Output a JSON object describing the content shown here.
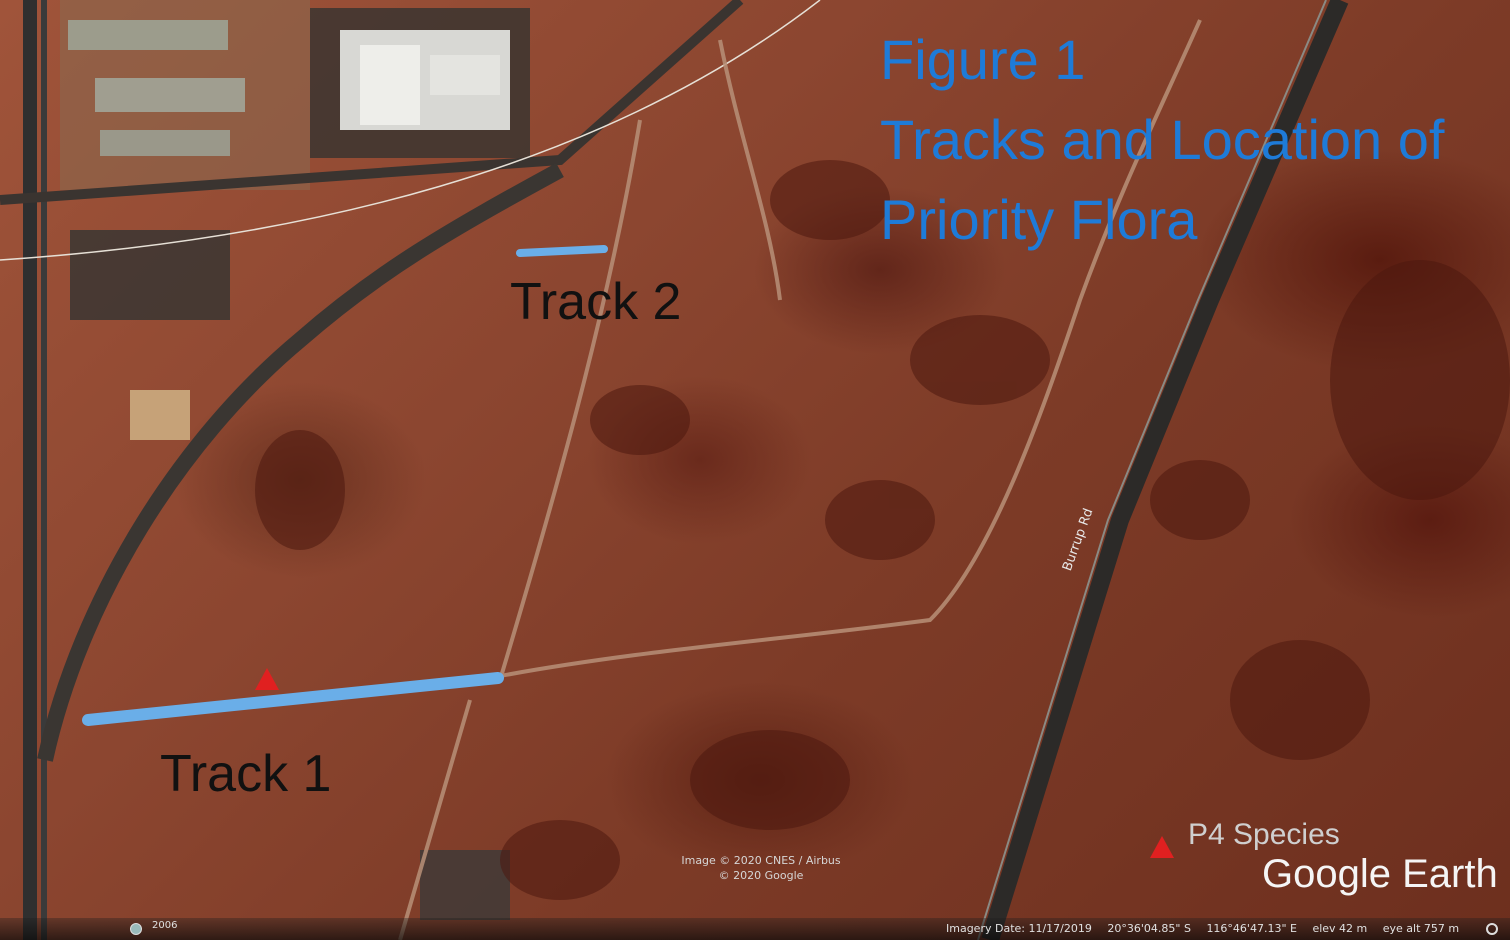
{
  "figure": {
    "title_line1": "Figure 1",
    "title_line2": "Tracks and Location of",
    "title_line3": "Priority Flora"
  },
  "tracks": [
    {
      "label": "Track 1",
      "color": "#6aaee8"
    },
    {
      "label": "Track 2",
      "color": "#6aaee8"
    }
  ],
  "markers": {
    "species_label": "P4 Species",
    "marker_color": "#e02020"
  },
  "map_labels": {
    "road": "Burrup Rd"
  },
  "attribution": {
    "image_credit": "Image © 2020 CNES / Airbus",
    "google_credit": "© 2020 Google",
    "logo": "Google Earth"
  },
  "status_bar": {
    "year": "2006",
    "imagery_date": "Imagery Date: 11/17/2019",
    "latitude": "20°36'04.85\" S",
    "longitude": "116°46'47.13\" E",
    "elevation": "elev   42 m",
    "eye_alt": "eye alt   757 m"
  }
}
